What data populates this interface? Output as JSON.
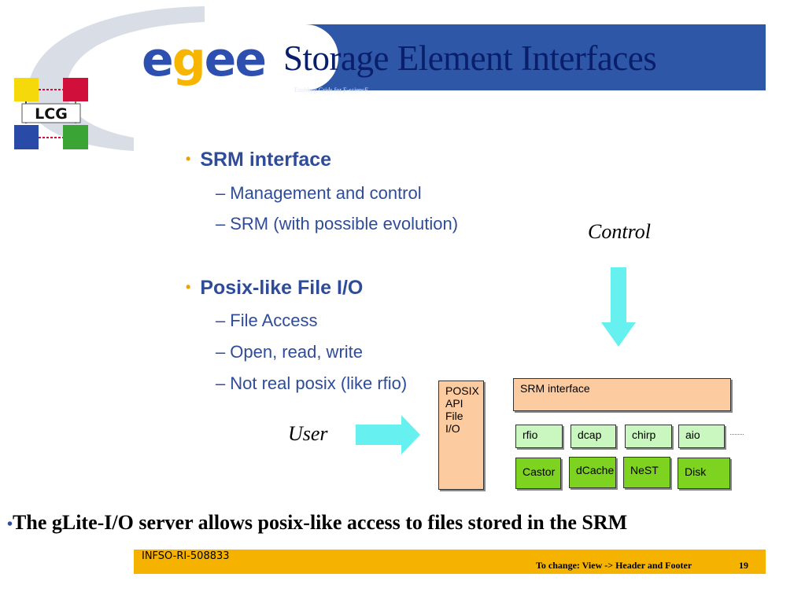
{
  "header": {
    "logo_text_1": "e",
    "logo_text_2": "g",
    "logo_text_3": "ee",
    "title": "Storage Element Interfaces",
    "tagline": "Enabling Grids for E-sciencE",
    "lcg_logo_text": "LCG"
  },
  "bullets": [
    {
      "label": "SRM interface",
      "subs": [
        "Management and control",
        "SRM (with possible evolution)"
      ]
    },
    {
      "label": "Posix-like File I/O",
      "subs": [
        "File Access",
        "Open, read, write",
        "Not real posix (like rfio)"
      ]
    }
  ],
  "diagram": {
    "control_label": "Control",
    "user_label": "User",
    "posix_lines": [
      "POSIX",
      "API",
      "File",
      "I/O"
    ],
    "srm_label": "SRM interface",
    "protocols": [
      "rfio",
      "dcap",
      "chirp",
      "aio"
    ],
    "backends": [
      "Castor",
      "dCache",
      "NeST",
      "Disk"
    ],
    "arrow_color": "#66f0f0"
  },
  "conclusion": {
    "bullet": "•",
    "text": "The gLite-I/O server allows posix-like access to files stored in the SRM"
  },
  "footer": {
    "id": "INFSO-RI-508833",
    "note": "To change: View -> Header and Footer",
    "page": "19"
  }
}
